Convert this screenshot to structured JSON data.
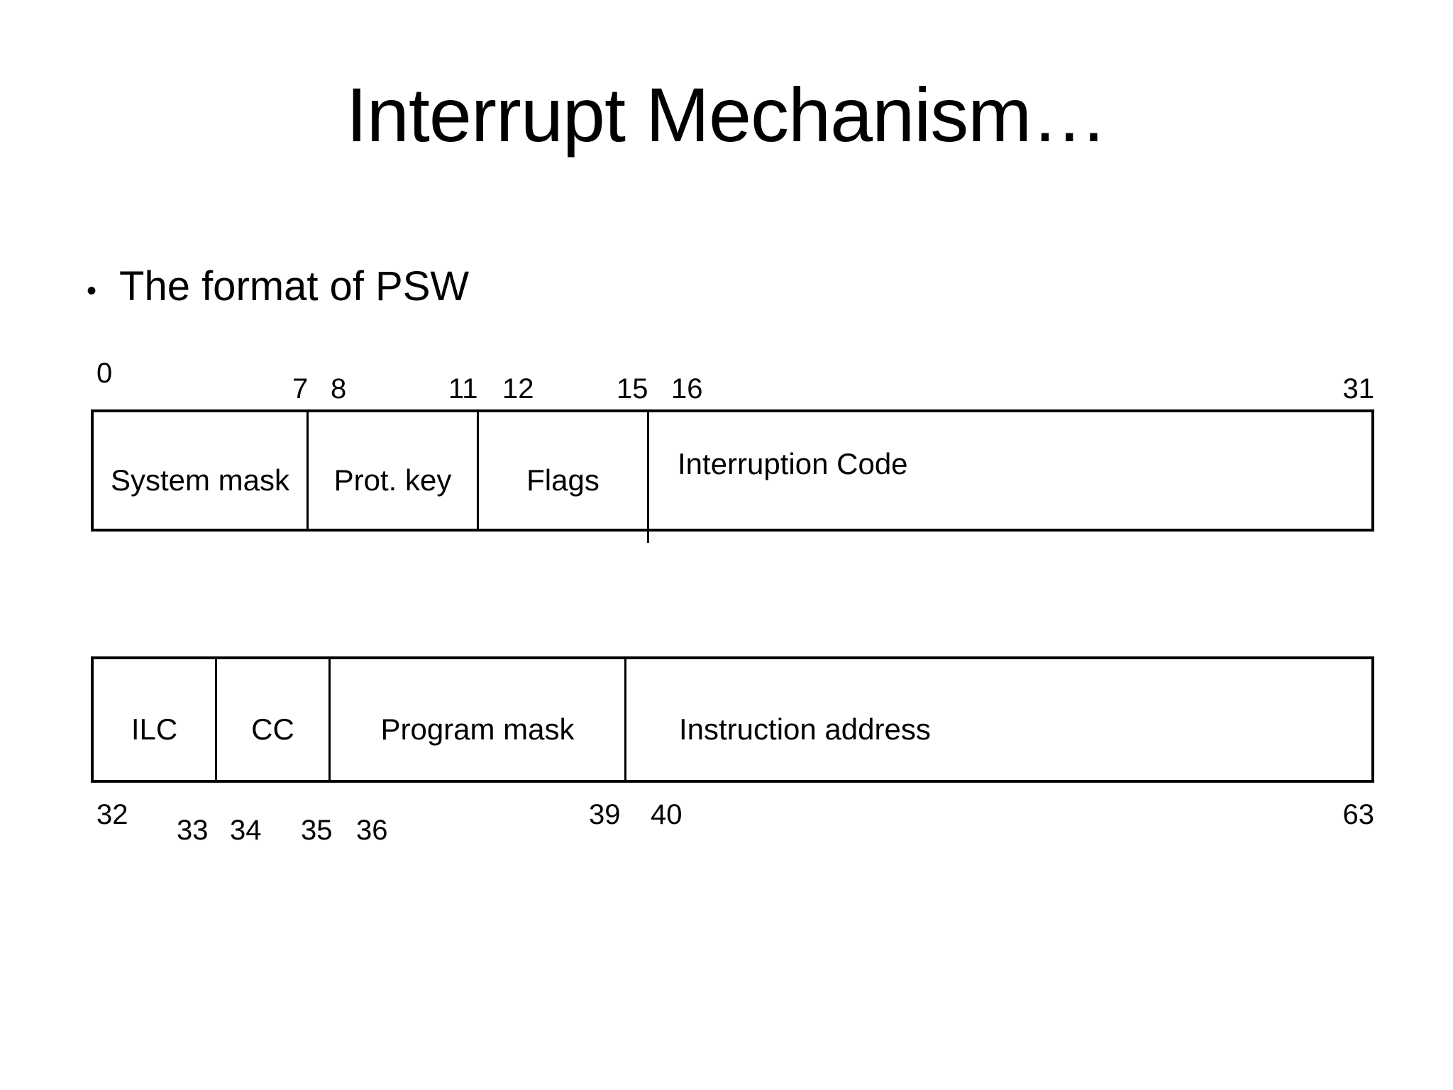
{
  "slide": {
    "title": "Interrupt Mechanism…",
    "bullet_glyph": "•",
    "bullet_text": "The format of PSW",
    "background_color": "#ffffff",
    "line_color": "#000000",
    "text_color": "#000000"
  },
  "psw_word1": {
    "top_labels": [
      {
        "text": "0",
        "bit": 0
      },
      {
        "text": "7",
        "bit": 7
      },
      {
        "text": "8",
        "bit": 8
      },
      {
        "text": "11",
        "bit": 11
      },
      {
        "text": "12",
        "bit": 12
      },
      {
        "text": "15",
        "bit": 15
      },
      {
        "text": "16",
        "bit": 16
      },
      {
        "text": "31",
        "bit": 31
      }
    ],
    "fields": [
      {
        "label": "System mask",
        "bits": "0-7"
      },
      {
        "label": "Prot. key",
        "bits": "8-11"
      },
      {
        "label": "Flags",
        "bits": "12-15"
      },
      {
        "label": "Interruption Code",
        "bits": "16-31"
      }
    ]
  },
  "psw_word2": {
    "bottom_labels": [
      {
        "text": "32",
        "bit": 32
      },
      {
        "text": "33",
        "bit": 33
      },
      {
        "text": "34",
        "bit": 34
      },
      {
        "text": "35",
        "bit": 35
      },
      {
        "text": "36",
        "bit": 36
      },
      {
        "text": "39",
        "bit": 39
      },
      {
        "text": "40",
        "bit": 40
      },
      {
        "text": "63",
        "bit": 63
      }
    ],
    "fields": [
      {
        "label": "ILC",
        "bits": "32-33"
      },
      {
        "label": "CC",
        "bits": "34-35"
      },
      {
        "label": "Program mask",
        "bits": "36-39"
      },
      {
        "label": "Instruction address",
        "bits": "40-63"
      }
    ]
  }
}
